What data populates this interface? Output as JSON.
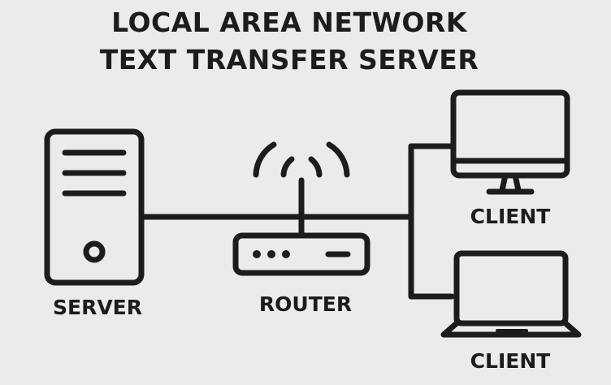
{
  "title": {
    "line1": "LOCAL AREA NETWORK",
    "line2": "TEXT TRANSFER SERVER"
  },
  "nodes": {
    "server": "SERVER",
    "router": "ROUTER",
    "client_top": "CLIENT",
    "client_bottom": "CLIENT"
  },
  "icons": {
    "server": "server-tower-icon",
    "router": "wifi-router-icon",
    "client_top": "desktop-monitor-icon",
    "client_bottom": "laptop-icon"
  },
  "colors": {
    "background": "#ebebeb",
    "stroke": "#1c1c1c"
  }
}
